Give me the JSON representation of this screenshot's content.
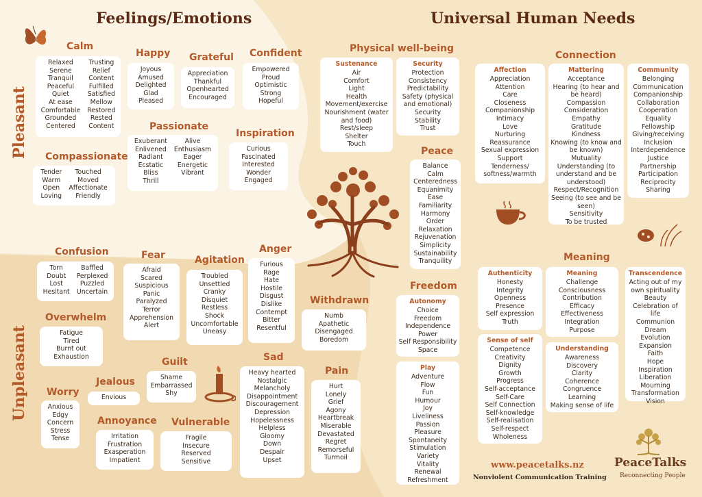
{
  "titles": {
    "feelings": "Feelings/Emotions",
    "needs": "Universal Human Needs"
  },
  "side_labels": {
    "pleasant": "Pleasant",
    "unpleasant": "Unpleasant"
  },
  "colors": {
    "accent": "#b45a2a",
    "title": "#5a2a14",
    "background": "#f6e6c6",
    "panel": "#ffffff"
  },
  "feelings": {
    "calm": {
      "heading": "Calm",
      "col1": [
        "Relaxed",
        "Serene",
        "Tranquil",
        "Peaceful",
        "Quiet",
        "At ease",
        "Comfortable",
        "Grounded",
        "Centered"
      ],
      "col2": [
        "Trusting",
        "Relief",
        "Content",
        "Fulfilled",
        "Satisfied",
        "Mellow",
        "Restored",
        "Rested",
        "Content"
      ]
    },
    "happy": {
      "heading": "Happy",
      "items": [
        "Joyous",
        "Amused",
        "Delighted",
        "Glad",
        "Pleased"
      ]
    },
    "grateful": {
      "heading": "Grateful",
      "items": [
        "Appreciation",
        "Thankful",
        "Openhearted",
        "Encouraged"
      ]
    },
    "confident": {
      "heading": "Confident",
      "items": [
        "Empowered",
        "Proud",
        "Optimistic",
        "Strong",
        "Hopeful"
      ]
    },
    "compassionate": {
      "heading": "Compassionate",
      "col1": [
        "Tender",
        "Warm",
        "Open",
        "Loving"
      ],
      "col2": [
        "Touched",
        "Moved",
        "Affectionate",
        "Friendly"
      ]
    },
    "passionate": {
      "heading": "Passionate",
      "col1": [
        "Exuberant",
        "Enlivened",
        "Radiant",
        "Ecstatic",
        "Bliss",
        "Thrill"
      ],
      "col2": [
        "Alive",
        "Enthusiasm",
        "Eager",
        "Energetic",
        "Vibrant"
      ]
    },
    "inspiration": {
      "heading": "Inspiration",
      "items": [
        "Curious",
        "Fascinated",
        "Interested",
        "Wonder",
        "Engaged"
      ]
    },
    "confusion": {
      "heading": "Confusion",
      "col1": [
        "Torn",
        "Doubt",
        "Lost",
        "Hesitant"
      ],
      "col2": [
        "Baffled",
        "Perplexed",
        "Puzzled",
        "Uncertain"
      ]
    },
    "fear": {
      "heading": "Fear",
      "items": [
        "Afraid",
        "Scared",
        "Suspicious",
        "Panic",
        "Paralyzed",
        "Terror",
        "Apprehension",
        "Alert"
      ]
    },
    "agitation": {
      "heading": "Agitation",
      "items": [
        "Troubled",
        "Unsettled",
        "Cranky",
        "Disquiet",
        "Restless",
        "Shock",
        "Uncomfortable",
        "Uneasy"
      ]
    },
    "anger": {
      "heading": "Anger",
      "items": [
        "Furious",
        "Rage",
        "Hate",
        "Hostile",
        "Disgust",
        "Dislike",
        "Contempt",
        "Bitter",
        "Resentful"
      ]
    },
    "withdrawn": {
      "heading": "Withdrawn",
      "items": [
        "Numb",
        "Apathetic",
        "Disengaged",
        "Boredom"
      ]
    },
    "overwhelm": {
      "heading": "Overwhelm",
      "items": [
        "Fatigue",
        "Tired",
        "Burnt out",
        "Exhaustion"
      ]
    },
    "guilt": {
      "heading": "Guilt",
      "items": [
        "Shame",
        "Embarrassed",
        "Shy"
      ]
    },
    "jealous": {
      "heading": "Jealous",
      "items": [
        "Envious"
      ]
    },
    "worry": {
      "heading": "Worry",
      "items": [
        "Anxious",
        "Edgy",
        "Concern",
        "Stress",
        "Tense"
      ]
    },
    "annoyance": {
      "heading": "Annoyance",
      "items": [
        "Irritation",
        "Frustration",
        "Exasperation",
        "Impatient"
      ]
    },
    "vulnerable": {
      "heading": "Vulnerable",
      "items": [
        "Fragile",
        "Insecure",
        "Reserved",
        "Sensitive"
      ]
    },
    "sad": {
      "heading": "Sad",
      "items": [
        "Heavy hearted",
        "Nostalgic",
        "Melancholy",
        "Disappointment",
        "Discouragement",
        "Depression",
        "Hopelessness",
        "Helpless",
        "Gloomy",
        "Down",
        "Despair",
        "Upset"
      ]
    },
    "pain": {
      "heading": "Pain",
      "items": [
        "Hurt",
        "Lonely",
        "Grief",
        "Agony",
        "Heartbreak",
        "Miserable",
        "Devastated",
        "Regret",
        "Remorseful",
        "Turmoil"
      ]
    }
  },
  "needs": {
    "physical": {
      "heading": "Physical well-being",
      "sustenance": {
        "sub": "Sustenance",
        "items": [
          "Air",
          "Comfort",
          "Light",
          "Health",
          "Movement/exercise",
          "Nourishment (water and food)",
          "Rest/sleep",
          "Shelter",
          "Touch"
        ]
      },
      "security": {
        "sub": "Security",
        "items": [
          "Protection",
          "Consistency",
          "Predictability",
          "Safety (physical and emotional)",
          "Security",
          "Stability",
          "Trust"
        ]
      }
    },
    "peace": {
      "heading": "Peace",
      "items": [
        "Balance",
        "Calm",
        "Centeredness",
        "Equanimity",
        "Ease",
        "Familiarity",
        "Harmony",
        "Order",
        "Relaxation",
        "Rejuvenation",
        "Simplicity",
        "Sustainability",
        "Tranquility"
      ]
    },
    "freedom": {
      "heading": "Freedom",
      "autonomy": {
        "sub": "Autonomy",
        "items": [
          "Choice",
          "Freedom",
          "Independence",
          "Power",
          "Self Responsibility",
          "Space"
        ]
      },
      "play": {
        "sub": "Play",
        "items": [
          "Adventure",
          "Flow",
          "Fun",
          "Humour",
          "Joy",
          "Liveliness",
          "Passion",
          "Pleasure",
          "Spontaneity",
          "Stimulation",
          "Variety",
          "Vitality",
          "Renewal",
          "Refreshment"
        ]
      }
    },
    "connection": {
      "heading": "Connection",
      "affection": {
        "sub": "Affection",
        "items": [
          "Appreciation",
          "Attention",
          "Care",
          "Closeness",
          "Companionship",
          "Intimacy",
          "Love",
          "Nurturing",
          "Reassurance",
          "Sexual expression",
          "Support",
          "Tenderness/ softness/warmth"
        ]
      },
      "mattering": {
        "sub": "Mattering",
        "items": [
          "Acceptance",
          "Hearing (to hear and be heard)",
          "Compassion",
          "Consideration",
          "Empathy",
          "Gratitude",
          "Kindness",
          "Knowing (to know and be known)",
          "Mutuality",
          "Understanding (to understand and be understood)",
          "Respect/Recognition",
          "Seeing (to see and be seen)",
          "Sensitivity",
          "To be trusted"
        ]
      },
      "community": {
        "sub": "Community",
        "items": [
          "Belonging",
          "Communication",
          "Companionship",
          "Collaboration",
          "Cooperation",
          "Equality",
          "Fellowship",
          "Giving/receiving",
          "Inclusion",
          "Interdependence",
          "Justice",
          "Partnership",
          "Participation",
          "Reciprocity",
          "Sharing"
        ]
      }
    },
    "meaning": {
      "heading": "Meaning",
      "authenticity": {
        "sub": "Authenticity",
        "items": [
          "Honesty",
          "Integrity",
          "Openness",
          "Presence",
          "Self expression",
          "Truth"
        ]
      },
      "meaning_box": {
        "sub": "Meaning",
        "items": [
          "Challenge",
          "Consciousness",
          "Contribution",
          "Efficacy",
          "Effectiveness",
          "Integration",
          "Purpose"
        ]
      },
      "transcendence": {
        "sub": "Transcendence",
        "items": [
          "Acting out of my own spirituality",
          "Beauty",
          "Celebration of life",
          "Communion",
          "Dream",
          "Evolution",
          "Expansion",
          "Faith",
          "Hope",
          "Inspiration",
          "Liberation",
          "Mourning",
          "Transformation",
          "Vision"
        ]
      },
      "self": {
        "sub": "Sense of self",
        "items": [
          "Competence",
          "Creativity",
          "Dignity",
          "Growth",
          "Progress",
          "Self-acceptance",
          "Self-Care",
          "Self Connection",
          "Self-knowledge",
          "Self-realisation",
          "Self-respect",
          "Wholeness"
        ]
      },
      "understanding": {
        "sub": "Understanding",
        "items": [
          "Awareness",
          "Discovery",
          "Clarity",
          "Coherence",
          "Congruence",
          "Learning",
          "Making sense of life"
        ]
      }
    }
  },
  "footer": {
    "url": "www.peacetalks.nz",
    "tagline": "Nonviolent Communication Training",
    "brand": "PeaceTalks",
    "brand_sub": "Reconnecting People"
  },
  "icons": [
    "butterfly-icon",
    "tree-icon",
    "teacup-icon",
    "ladybug-icon",
    "candle-icon",
    "logo-tree-icon"
  ]
}
